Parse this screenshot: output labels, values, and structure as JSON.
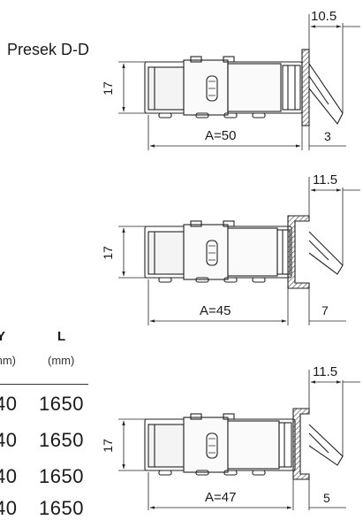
{
  "title": "Presek D-D",
  "drawings": [
    {
      "a": "A=50",
      "h": "17",
      "top": "10.5",
      "side": "3"
    },
    {
      "a": "A=45",
      "h": "17",
      "top": "11.5",
      "side": "7"
    },
    {
      "a": "A=47",
      "h": "17",
      "top": "11.5",
      "side": "5"
    }
  ],
  "table": {
    "columns": [
      {
        "label": "Y",
        "unit": "mm)"
      },
      {
        "label": "L",
        "unit": "(mm)"
      }
    ],
    "rows": [
      {
        "y": "40",
        "l": "1650"
      },
      {
        "y": "40",
        "l": "1650"
      },
      {
        "y": "40",
        "l": "1650"
      },
      {
        "y": "40",
        "l": "1650"
      }
    ]
  }
}
